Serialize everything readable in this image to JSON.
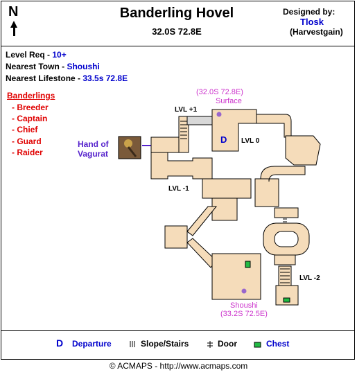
{
  "compass": {
    "letter": "N"
  },
  "title": "Banderling Hovel",
  "coordinates": "32.0S 72.8E",
  "credits": {
    "designed_by_label": "Designed by:",
    "author": "Tlosk",
    "guild": "(Harvestgain)"
  },
  "info": {
    "level_req_label": "Level Req - ",
    "level_req_value": "10+",
    "nearest_town_label": "Nearest Town - ",
    "nearest_town_value": "Shoushi",
    "nearest_lifestone_label": "Nearest Lifestone - ",
    "nearest_lifestone_value": "33.5s 72.8E"
  },
  "monsters": {
    "heading": "Banderlings",
    "items": [
      "- Breeder",
      "- Captain",
      "- Chief",
      "- Guard",
      "- Raider"
    ]
  },
  "map": {
    "hand_label_line1": "Hand of",
    "hand_label_line2": "Vagurat",
    "surface_coords": "(32.0S 72.8E)",
    "surface_label": "Surface",
    "lvl_plus1": "LVL +1",
    "lvl_0": "LVL 0",
    "lvl_minus1": "LVL -1",
    "lvl_minus2": "LVL -2",
    "departure_marker": "D",
    "shoushi_label": "Shoushi",
    "shoushi_coords": "(33.2S 72.5E)"
  },
  "legend": {
    "departure_symbol": "D",
    "departure_label": "Departure",
    "slope_label": "Slope/Stairs",
    "door_label": "Door",
    "chest_label": "Chest"
  },
  "colors": {
    "floor": "#f5dcba",
    "outline": "#000000",
    "blue": "#0000cc",
    "red": "#e00000",
    "magenta": "#cc33cc",
    "chest": "#22bb44",
    "portal": "#9966cc"
  },
  "footer": "© ACMAPS - http://www.acmaps.com"
}
